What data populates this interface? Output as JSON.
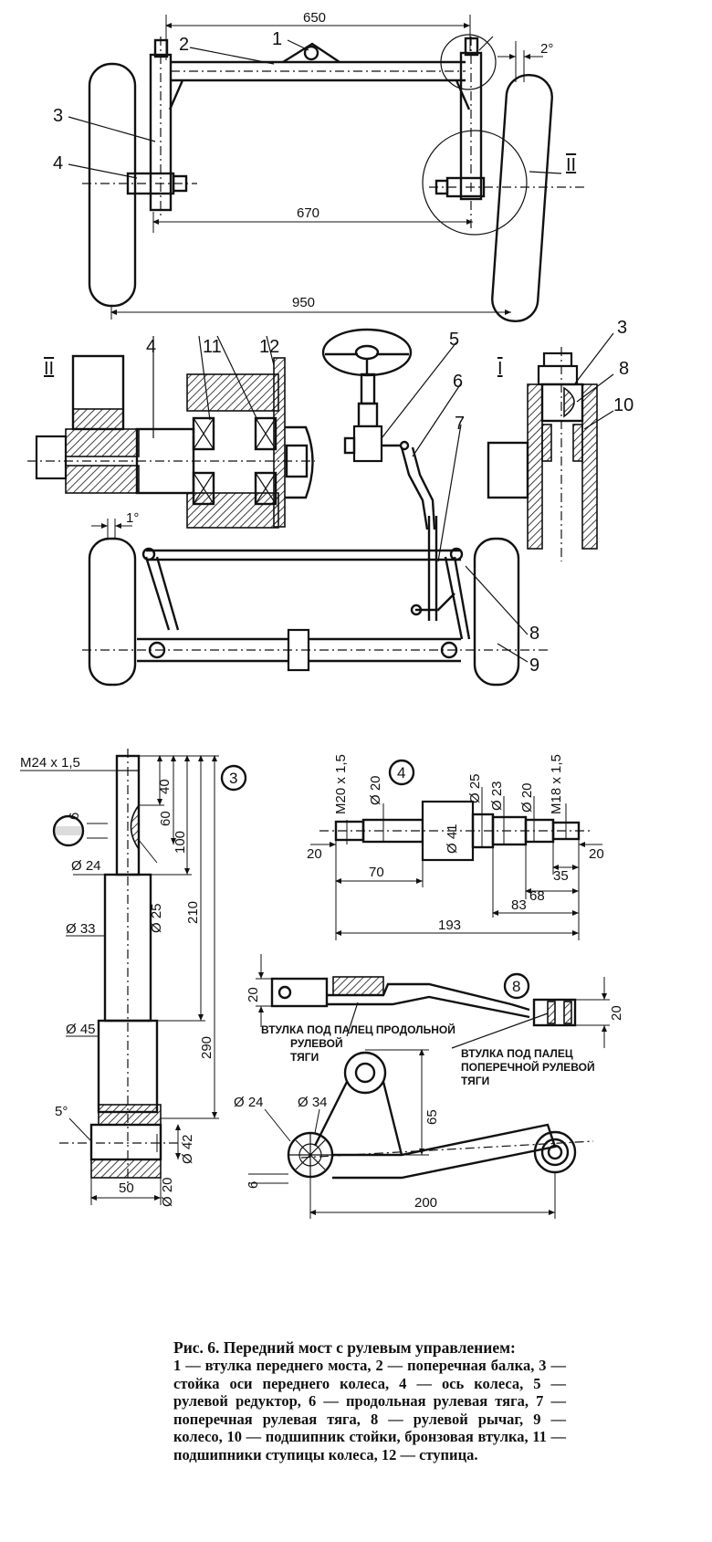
{
  "dims": {
    "d650": "650",
    "d670": "670",
    "d950": "950",
    "d2deg": "2°",
    "d1deg": "1°",
    "d5deg": "5°",
    "m24": "M24 x 1,5",
    "s40": "40",
    "s60": "60",
    "s100": "100",
    "s210": "210",
    "s290": "290",
    "s6a": "6",
    "d24": "Ø 24",
    "d25a": "Ø 25",
    "d33": "Ø 33",
    "d45": "Ø 45",
    "d42": "Ø 42",
    "d20a": "Ø 20",
    "s50": "50",
    "m20": "M20 x 1,5",
    "d20b": "Ø 20",
    "d41": "Ø 41",
    "d25b": "Ø 25",
    "d23": "Ø 23",
    "d20c": "Ø 20",
    "m18": "M18 x 1,5",
    "s20a": "20",
    "s20b": "20",
    "s70": "70",
    "s35": "35",
    "s68": "68",
    "s83": "83",
    "s193": "193",
    "s20c": "20",
    "s20d": "20",
    "s65": "65",
    "d24b": "Ø 24",
    "d34": "Ø 34",
    "s6b": "6",
    "s200": "200"
  },
  "labels": {
    "n1": "1",
    "n2": "2",
    "n3": "3",
    "n4": "4",
    "n3b": "3",
    "n8b": "8",
    "n10": "10",
    "n4b": "4",
    "n11": "11",
    "n12": "12",
    "n5": "5",
    "n6": "6",
    "n7": "7",
    "n8": "8",
    "n9": "9",
    "rII": "II",
    "rI": "I",
    "rII2": "II"
  },
  "detail_marks": {
    "c3": "3",
    "c4": "4",
    "c8": "8"
  },
  "notes": {
    "bushing_long_1": "ВТУЛКА ПОД ПАЛЕЦ ПРОДОЛЬНОЙ",
    "bushing_long_2": "РУЛЕВОЙ",
    "bushing_long_3": "ТЯГИ",
    "bushing_cross_1": "ВТУЛКА ПОД ПАЛЕЦ",
    "bushing_cross_2": "ПОПЕРЕЧНОЙ РУЛЕВОЙ",
    "bushing_cross_3": "ТЯГИ"
  },
  "caption": {
    "title": "Рис. 6. Передний мост с рулевым управлением:",
    "body": "1 — втулка переднего моста, 2 — поперечная балка, 3 — стойка оси переднего колеса, 4 — ось колеса, 5 — рулевой редуктор, 6 — продольная рулевая тяга, 7 — поперечная рулевая тяга, 8 — рулевой рычаг, 9 — колесо, 10 — подшипник стойки, бронзовая втулка, 11 — подшипники ступицы колеса, 12 — ступица."
  }
}
